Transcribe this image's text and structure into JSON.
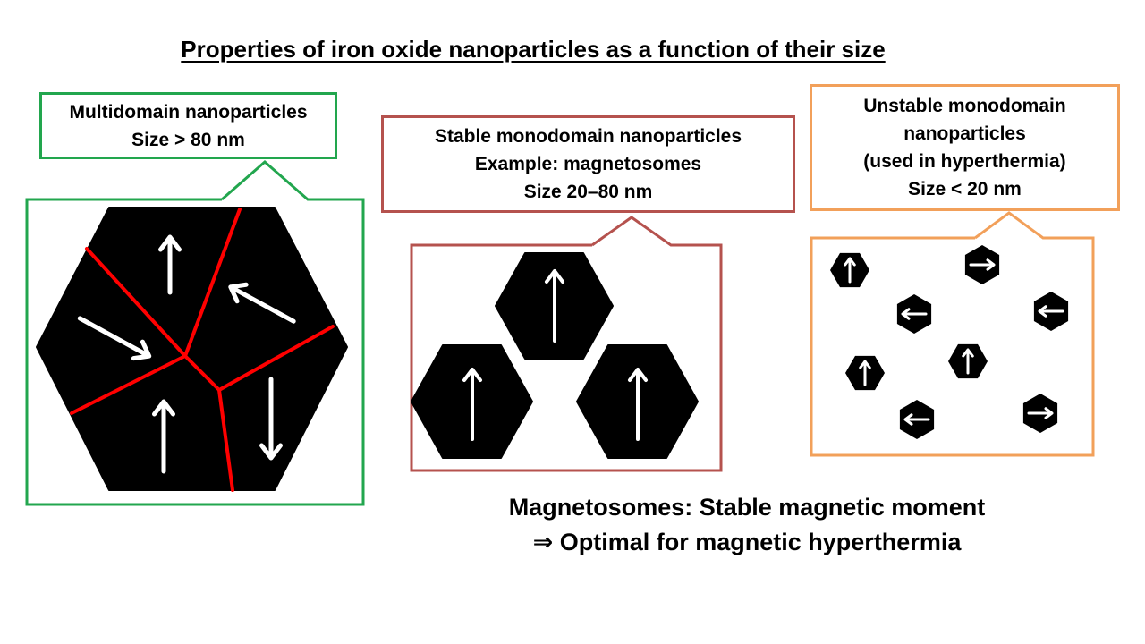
{
  "title": "Properties of iron oxide nanoparticles as a function of their size",
  "colors": {
    "multidomain": "#22a64e",
    "stable": "#b5524e",
    "unstable": "#f2a05a",
    "domain_wall": "#ff0000",
    "particle": "#000000",
    "arrow": "#ffffff"
  },
  "multidomain": {
    "line1": "Multidomain nanoparticles",
    "line2": "Size > 80 nm",
    "arrow_directions": [
      "up",
      "up-left",
      "down",
      "up",
      "down-right"
    ]
  },
  "stable": {
    "line1": "Stable monodomain nanoparticles",
    "line2": "Example: magnetosomes",
    "line3": "Size 20–80 nm",
    "arrow_directions": [
      "up",
      "up",
      "up"
    ]
  },
  "unstable": {
    "line1": "Unstable monodomain",
    "line2": "nanoparticles",
    "line3": "(used in hyperthermia)",
    "line4": "Size < 20 nm",
    "arrow_directions": [
      "up",
      "right",
      "left",
      "left",
      "up",
      "up",
      "left",
      "right"
    ]
  },
  "conclusion": {
    "line1": "Magnetosomes: Stable magnetic moment",
    "line2": "⇒ Optimal for magnetic hyperthermia"
  }
}
